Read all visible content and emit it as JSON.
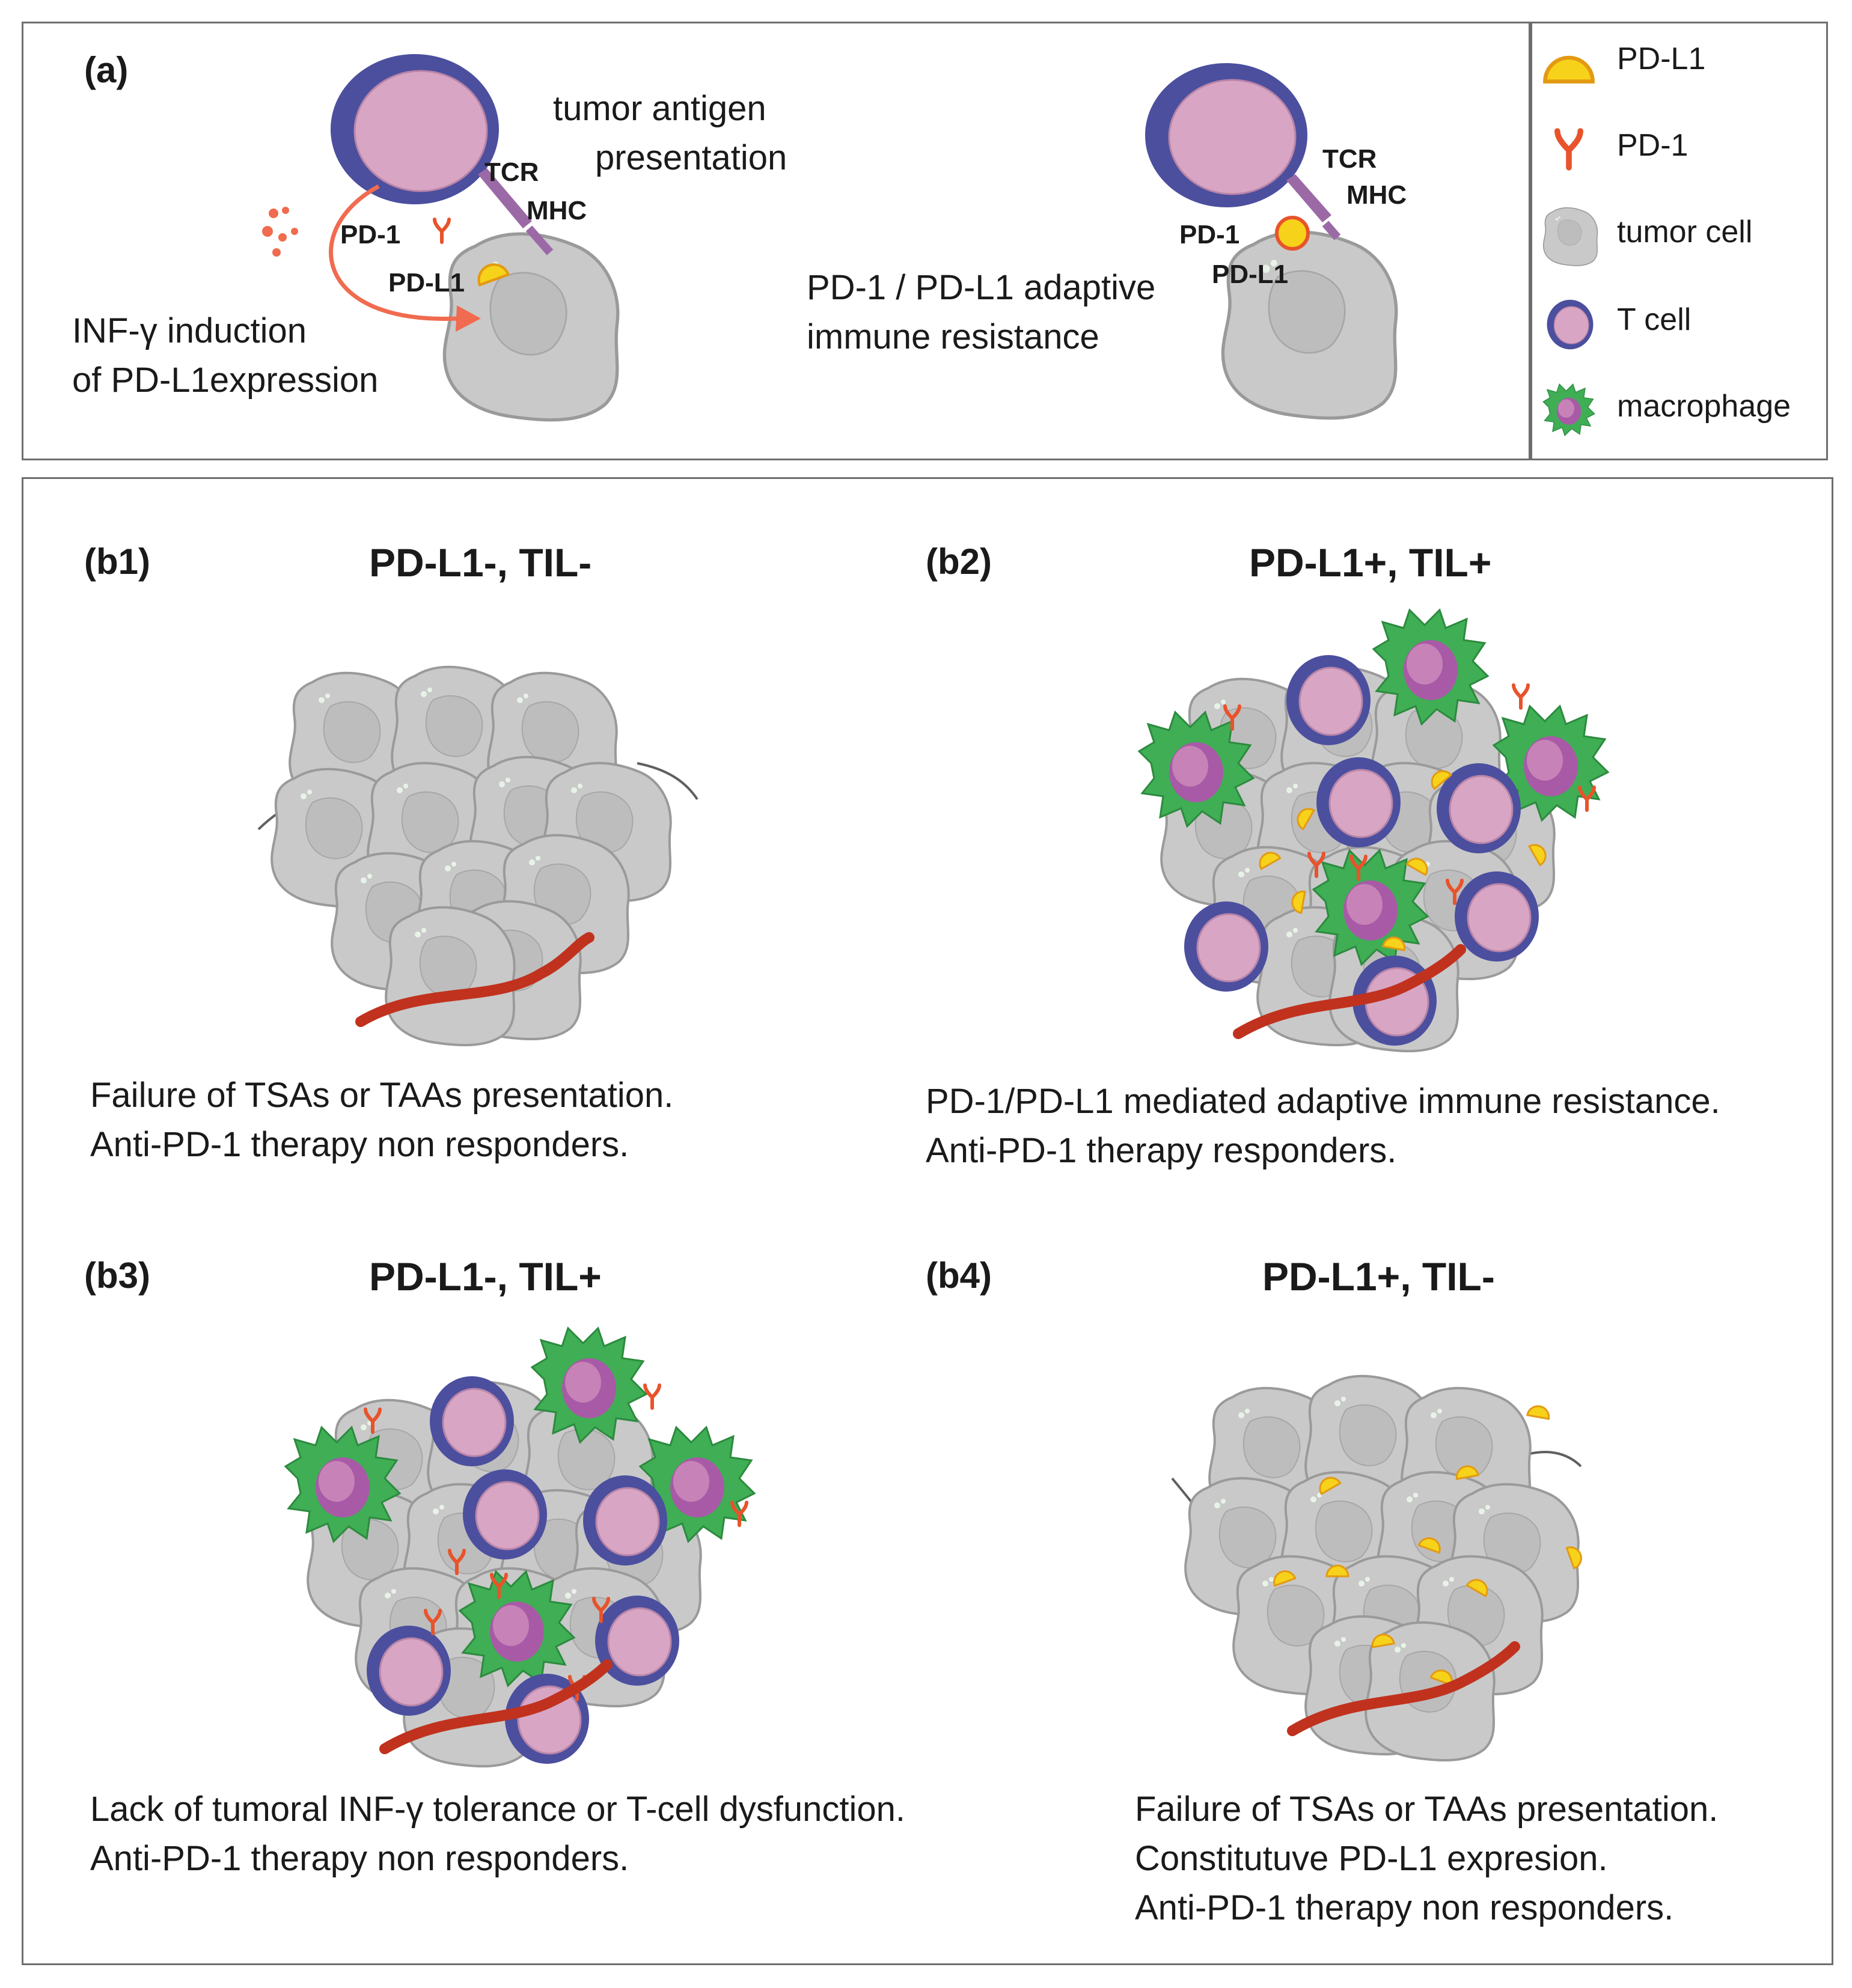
{
  "panel_a": {
    "label": "(a)",
    "tumor_antigen": [
      "tumor antigen",
      "presentation"
    ],
    "inf_induction": [
      "INF-γ induction",
      "of  PD-L1expression"
    ],
    "adaptive": [
      "PD-1 / PD-L1 adaptive",
      "immune resistance"
    ],
    "tags": {
      "tcr": "TCR",
      "mhc": "MHC",
      "pd1": "PD-1",
      "pdl1": "PD-L1"
    }
  },
  "legend": {
    "items": [
      {
        "icon": "pd-l1-icon",
        "label": "PD-L1"
      },
      {
        "icon": "pd-1-icon",
        "label": "PD-1"
      },
      {
        "icon": "tumor-cell-icon",
        "label": "tumor cell"
      },
      {
        "icon": "t-cell-icon",
        "label": "T cell"
      },
      {
        "icon": "macrophage-icon",
        "label": "macrophage"
      }
    ]
  },
  "panels": {
    "b1": {
      "id": "(b1)",
      "title": "PD-L1-, TIL-",
      "caption": [
        "Failure of  TSAs or TAAs presentation.",
        "Anti-PD-1 therapy non responders."
      ]
    },
    "b2": {
      "id": "(b2)",
      "title": "PD-L1+, TIL+",
      "caption": [
        "PD-1/PD-L1 mediated adaptive immune resistance.",
        "Anti-PD-1 therapy responders."
      ]
    },
    "b3": {
      "id": "(b3)",
      "title": "PD-L1-, TIL+",
      "caption": [
        "Lack of tumoral INF-γ tolerance or T-cell dysfunction.",
        "Anti-PD-1 therapy non responders."
      ]
    },
    "b4": {
      "id": "(b4)",
      "title": "PD-L1+, TIL-",
      "caption": [
        "Failure of  TSAs or TAAs presentation.",
        "Constitutuve PD-L1 expresion.",
        "Anti-PD-1 therapy non responders."
      ]
    }
  },
  "colors": {
    "tumor_fill": "#c9c9c9",
    "tumor_stroke": "#9a9a9a",
    "tcell_ring": "#4b4f9e",
    "tcell_body": "#d8a6c4",
    "macrophage": "#3fae55",
    "pdl1": "#f7d21a",
    "pd1": "#e8532b",
    "vessel": "#c0321e"
  }
}
